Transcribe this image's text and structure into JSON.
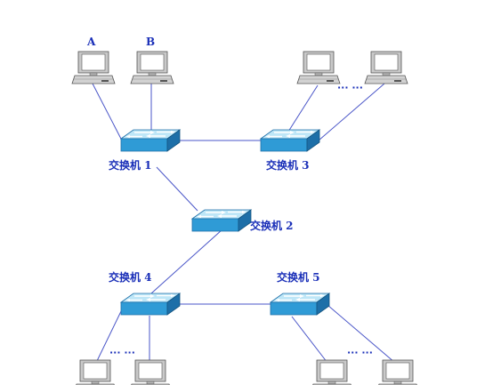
{
  "colors": {
    "link": "#4a56c8",
    "label": "#1a2fb8",
    "switch_top": "#bde6f7",
    "switch_front": "#2f9bd6",
    "switch_side": "#1d6fa8",
    "pc_body": "#c9c9c9",
    "pc_screen": "#ffffff"
  },
  "icons": {
    "switch": "network-switch-icon",
    "computer": "desktop-computer-icon"
  },
  "pcs": {
    "a": {
      "label": "A"
    },
    "b": {
      "label": "B"
    }
  },
  "switches": {
    "s1": {
      "label": "交换机 1"
    },
    "s2": {
      "label": "交换机 2"
    },
    "s3": {
      "label": "交换机 3"
    },
    "s4": {
      "label": "交换机 4"
    },
    "s5": {
      "label": "交换机 5"
    }
  },
  "ellipsis": {
    "s3": "··· ···",
    "s4": "··· ···",
    "s5": "··· ···"
  }
}
